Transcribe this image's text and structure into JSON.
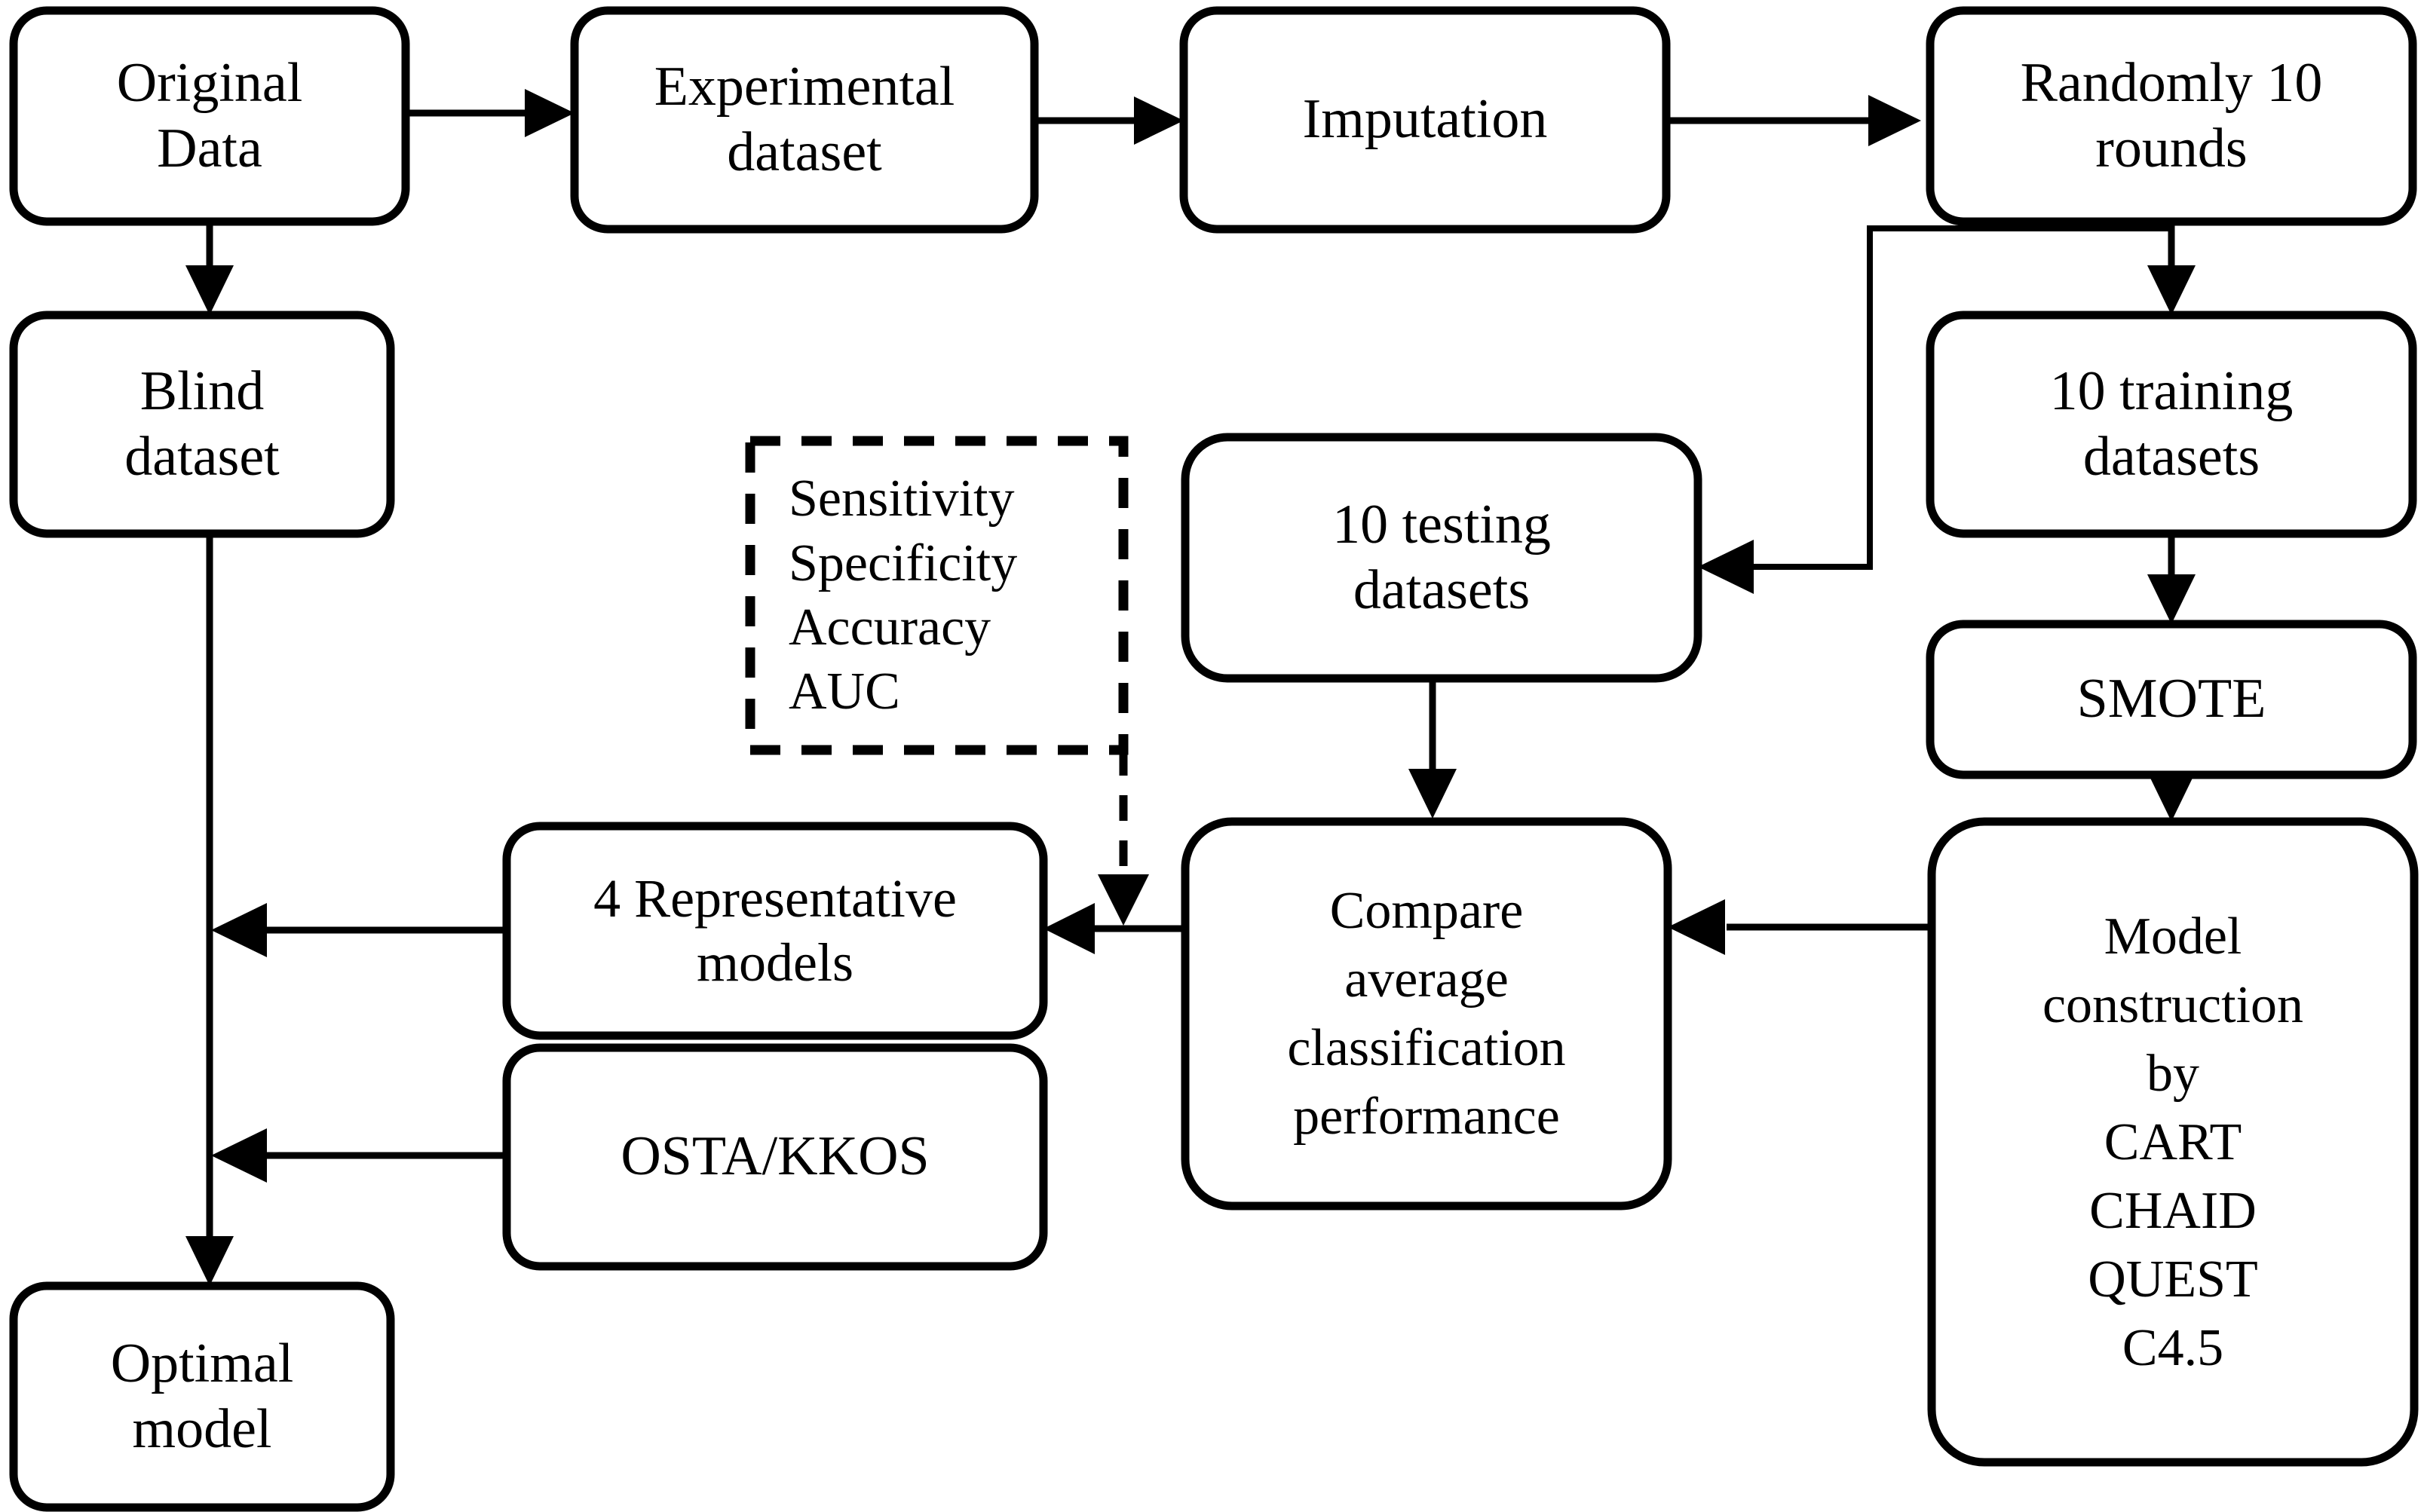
{
  "diagram": {
    "title": "Study workflow flowchart",
    "background_color": "#ffffff",
    "line_color": "#000000",
    "text_color": "#000000"
  },
  "nodes": {
    "original_data": {
      "label": "Original\nData",
      "line1": "Original",
      "line2": "Data"
    },
    "experimental_dataset": {
      "label": "Experimental\ndataset",
      "line1": "Experimental",
      "line2": "dataset"
    },
    "imputation": {
      "label": "Imputation",
      "line1": "Imputation"
    },
    "randomly_rounds": {
      "label": "Randomly 10\nrounds",
      "line1": "Randomly 10",
      "line2": "rounds"
    },
    "blind_dataset": {
      "label": "Blind\ndataset",
      "line1": "Blind",
      "line2": "dataset"
    },
    "training_datasets": {
      "label": "10 training\ndatasets",
      "line1": "10 training",
      "line2": "datasets"
    },
    "smote": {
      "label": "SMOTE",
      "line1": "SMOTE"
    },
    "testing_datasets": {
      "label": "10 testing\ndatasets",
      "line1": "10 testing",
      "line2": "datasets"
    },
    "model_construction": {
      "label": "Model\nconstruction\nby\nCART\nCHAID\nQUEST\nC4.5",
      "line1": "Model",
      "line2": "construction",
      "line3": "by",
      "line4": "CART",
      "line5": "CHAID",
      "line6": "QUEST",
      "line7": "C4.5"
    },
    "compare_performance": {
      "label": "Compare\naverage\nclassification\nperformance",
      "line1": "Compare",
      "line2": "average",
      "line3": "classification",
      "line4": "performance"
    },
    "representative_models": {
      "label": "4 Representative\nmodels",
      "line1": "4 Representative",
      "line2": "models"
    },
    "osta_kkos": {
      "label": "OSTA/KKOS",
      "line1": "OSTA/KKOS"
    },
    "optimal_model": {
      "label": "Optimal\nmodel",
      "line1": "Optimal",
      "line2": "model"
    }
  },
  "metrics_box": {
    "style": "dashed",
    "items": [
      "Sensitivity",
      "Specificity",
      "Accuracy",
      "AUC"
    ],
    "line1": "Sensitivity",
    "line2": "Specificity",
    "line3": "Accuracy",
    "line4": "AUC"
  },
  "edges": [
    {
      "from": "original_data",
      "to": "experimental_dataset",
      "style": "solid",
      "direction": "right"
    },
    {
      "from": "experimental_dataset",
      "to": "imputation",
      "style": "solid",
      "direction": "right"
    },
    {
      "from": "imputation",
      "to": "randomly_rounds",
      "style": "solid",
      "direction": "right"
    },
    {
      "from": "original_data",
      "to": "blind_dataset",
      "style": "solid",
      "direction": "down"
    },
    {
      "from": "randomly_rounds",
      "to": "training_datasets",
      "style": "solid",
      "direction": "down"
    },
    {
      "from": "randomly_rounds",
      "to": "testing_datasets",
      "style": "solid",
      "direction": "left-down"
    },
    {
      "from": "training_datasets",
      "to": "smote",
      "style": "solid",
      "direction": "down"
    },
    {
      "from": "smote",
      "to": "model_construction",
      "style": "solid",
      "direction": "down"
    },
    {
      "from": "model_construction",
      "to": "compare_performance",
      "style": "solid",
      "direction": "left"
    },
    {
      "from": "testing_datasets",
      "to": "compare_performance",
      "style": "solid",
      "direction": "down"
    },
    {
      "from": "compare_performance",
      "to": "representative_models",
      "style": "solid",
      "direction": "left"
    },
    {
      "from": "metrics_box",
      "to": "compare_representative_link",
      "style": "dashed",
      "direction": "down"
    },
    {
      "from": "representative_models",
      "to": "blind_spine",
      "style": "solid",
      "direction": "left"
    },
    {
      "from": "osta_kkos",
      "to": "blind_spine",
      "style": "solid",
      "direction": "left"
    },
    {
      "from": "blind_dataset",
      "to": "optimal_model",
      "style": "solid",
      "direction": "down"
    }
  ]
}
